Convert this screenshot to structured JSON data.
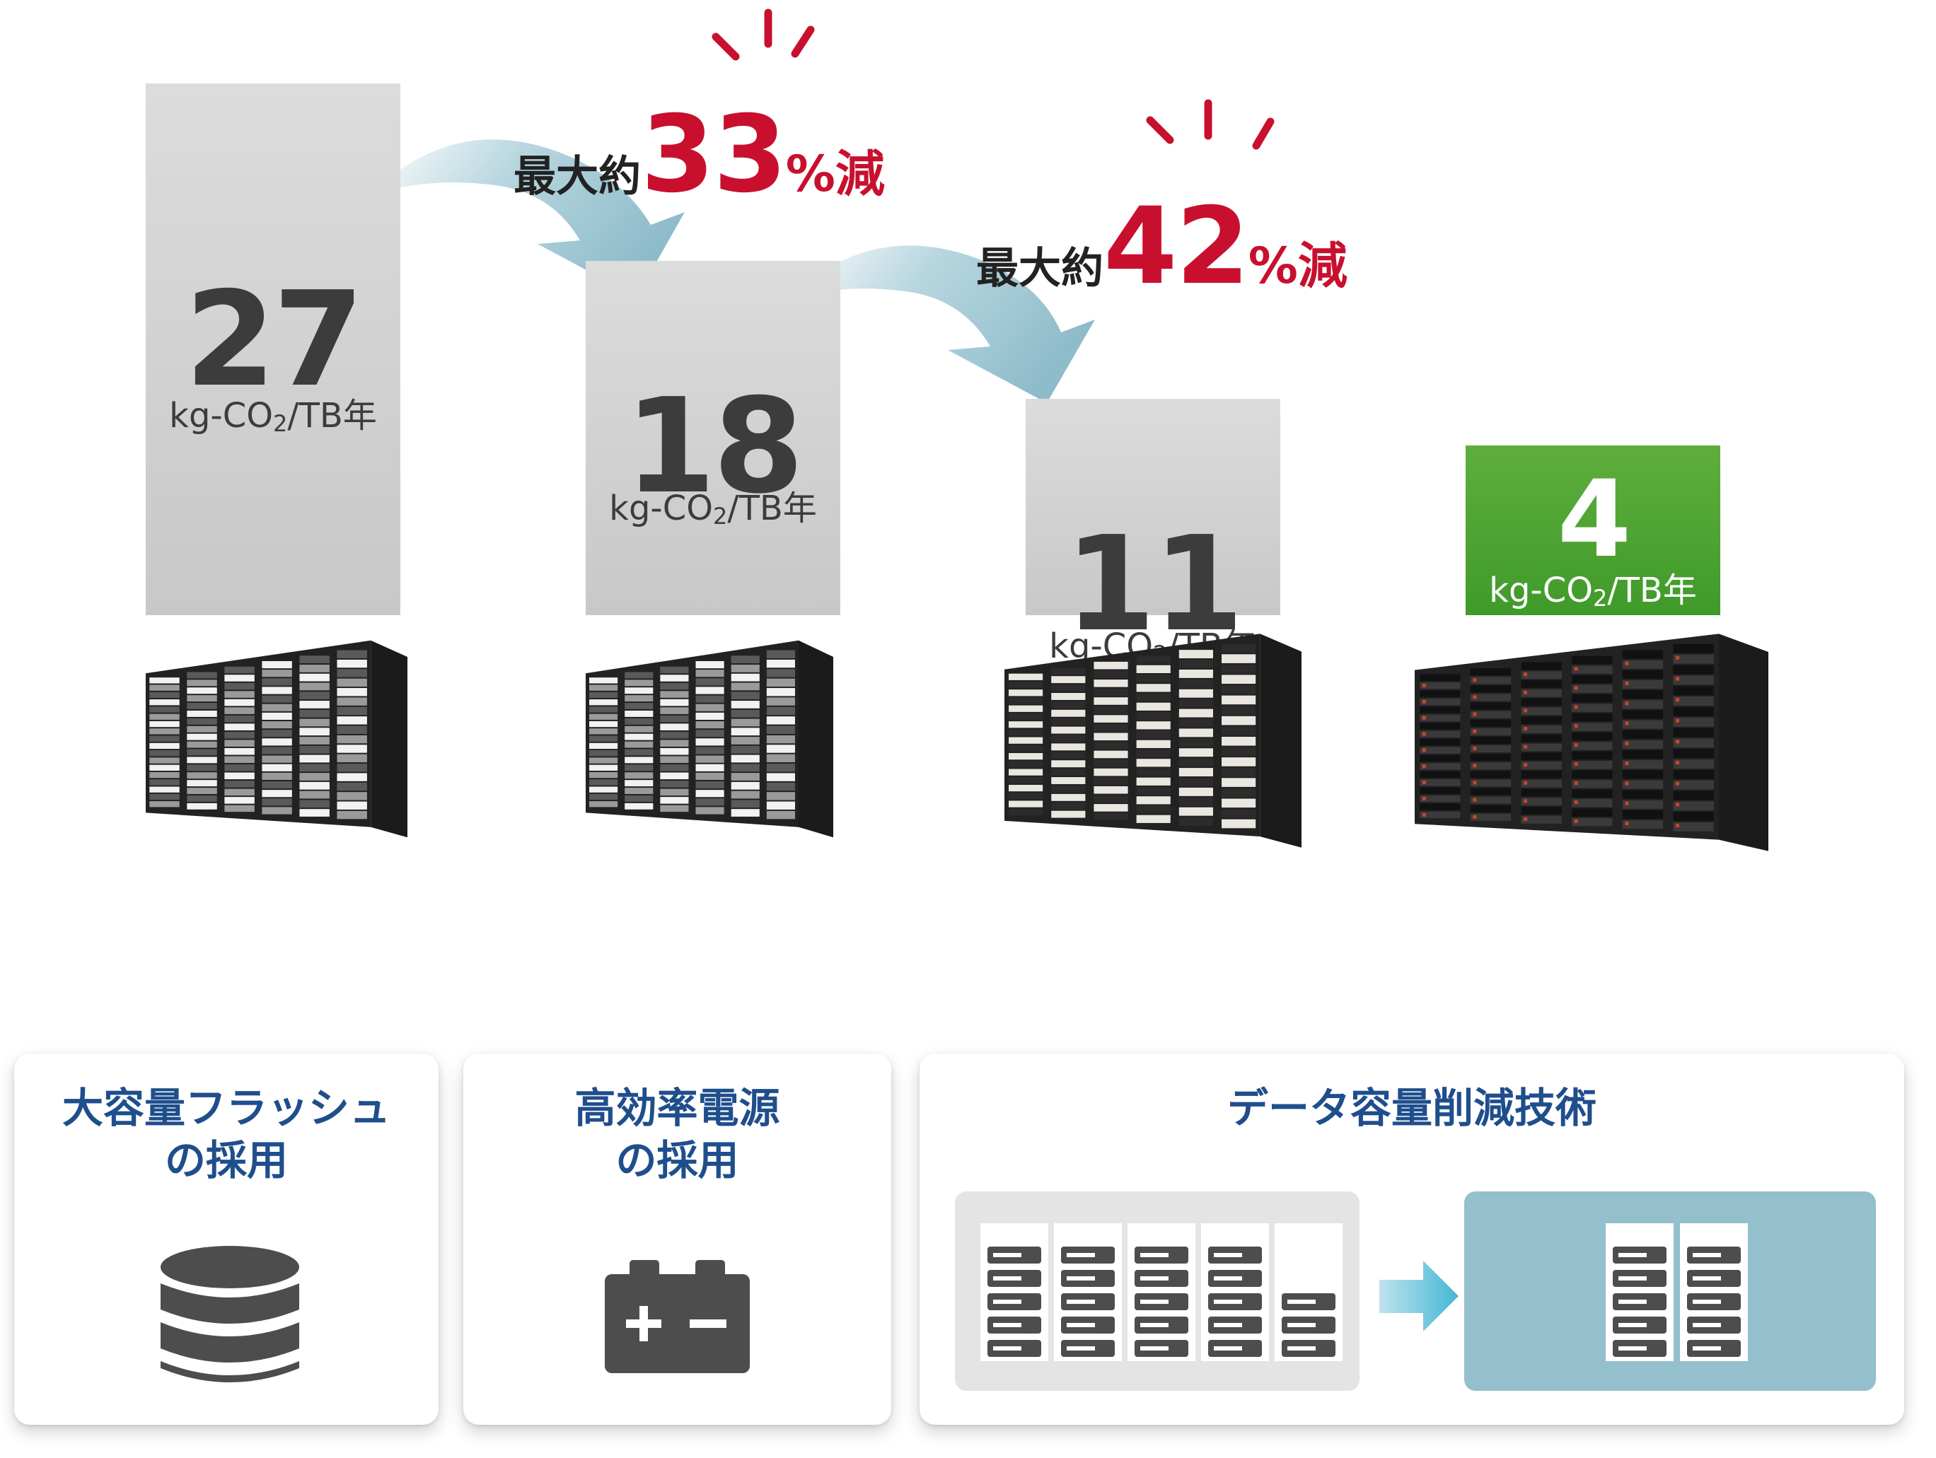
{
  "chart_data": {
    "type": "bar",
    "categories": [
      "",
      "",
      "",
      ""
    ],
    "values": [
      27,
      18,
      11,
      4
    ],
    "value_labels": [
      "27",
      "18",
      "11",
      "4"
    ],
    "unit": {
      "prefix": "kg-CO",
      "subscript": "2",
      "suffix": "/TB年"
    },
    "ylim": [
      0,
      27
    ],
    "highlight_index": 3,
    "reductions": [
      {
        "prefix": "最大約",
        "value": "33",
        "suffix": "%減"
      },
      {
        "prefix": "最大約",
        "value": "42",
        "suffix": "%減"
      }
    ],
    "grid": false
  },
  "colors": {
    "bar_gray": "#d2d2d2",
    "bar_green": "#4ea432",
    "reduction_red": "#c8102e",
    "arrow": "#9fc8d4",
    "title_blue": "#1f4e8c",
    "icon_gray": "#4d4d4d",
    "dedup_after_bg": "#94bfcc"
  },
  "panels": [
    {
      "title_line1": "大容量フラッシュ",
      "title_line2": "の採用",
      "icon": "database-icon"
    },
    {
      "title_line1": "高効率電源",
      "title_line2": "の採用",
      "icon": "battery-icon"
    },
    {
      "title_line1": "データ容量削減技術",
      "icon": "server-dedup-icon"
    }
  ],
  "racks": [
    {
      "icon": "storage-rack-image"
    },
    {
      "icon": "storage-rack-image"
    },
    {
      "icon": "storage-rack-image"
    },
    {
      "icon": "storage-rack-image"
    }
  ]
}
